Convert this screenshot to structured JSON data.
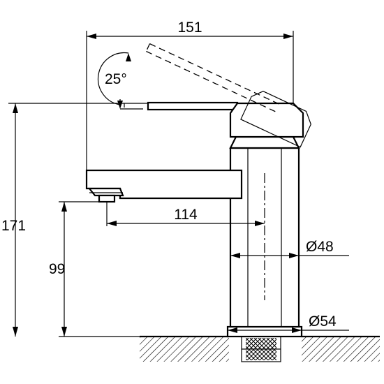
{
  "dimensions": {
    "overall_width": "151",
    "handle_angle": "25°",
    "overall_height": "171",
    "spout_height": "99",
    "spout_reach": "114",
    "body_diameter": "Ø48",
    "base_diameter": "Ø54"
  }
}
